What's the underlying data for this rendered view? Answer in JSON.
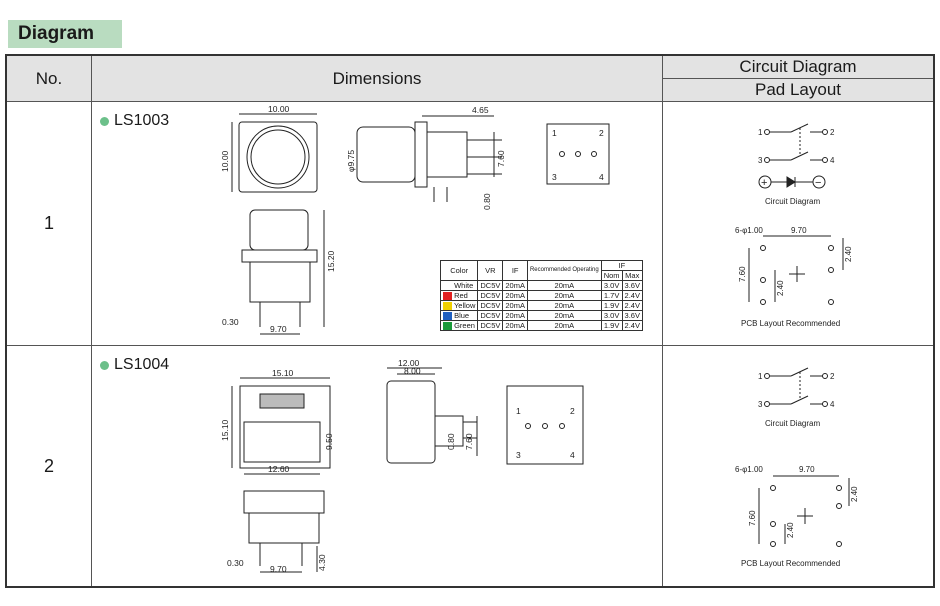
{
  "section_title": "Diagram",
  "headers": {
    "no": "No.",
    "dimensions": "Dimensions",
    "circuit_diagram": "Circuit Diagram",
    "pad_layout": "Pad Layout"
  },
  "rows": [
    {
      "no": "1",
      "model": "LS1003",
      "dims": {
        "top_width": "10.00",
        "top_height": "10.00",
        "side_dia": "φ9.75",
        "side_top": "4.65",
        "side_h": "7.60",
        "side_pin": "0.80",
        "front_h": "15.20",
        "front_pin": "0.30",
        "front_w": "9.70"
      },
      "pins": [
        "1",
        "2",
        "3",
        "4"
      ],
      "color_table": {
        "headers": [
          "Color",
          "VR",
          "IF",
          "Recommended Operating",
          "IF"
        ],
        "subheaders": [
          "Nom",
          "Max"
        ],
        "rows": [
          {
            "color": "White",
            "swatch": "#ffffff",
            "vr": "DC5V",
            "if": "20mA",
            "op": "20mA",
            "nom": "3.0V",
            "max": "3.6V"
          },
          {
            "color": "Red",
            "swatch": "#e02020",
            "vr": "DC5V",
            "if": "20mA",
            "op": "20mA",
            "nom": "1.7V",
            "max": "2.4V"
          },
          {
            "color": "Yellow",
            "swatch": "#f0d000",
            "vr": "DC5V",
            "if": "20mA",
            "op": "20mA",
            "nom": "1.9V",
            "max": "2.4V"
          },
          {
            "color": "Blue",
            "swatch": "#1f5fc0",
            "vr": "DC5V",
            "if": "20mA",
            "op": "20mA",
            "nom": "3.0V",
            "max": "3.6V"
          },
          {
            "color": "Green",
            "swatch": "#1a9a3a",
            "vr": "DC5V",
            "if": "20mA",
            "op": "20mA",
            "nom": "1.9V",
            "max": "2.4V"
          }
        ]
      },
      "circuit": {
        "t1": "1",
        "t2": "2",
        "t3": "3",
        "t4": "4",
        "plus": "+",
        "minus": "−",
        "label": "Circuit Diagram"
      },
      "pcb": {
        "holes": "6-φ1.00",
        "w": "9.70",
        "h": "7.60",
        "v1": "2.40",
        "v2": "2.40",
        "label": "PCB Layout Recommended"
      }
    },
    {
      "no": "2",
      "model": "LS1004",
      "dims": {
        "top_width": "15.10",
        "top_height": "15.10",
        "inner_h": "9.50",
        "bottom_w": "12.60",
        "side_top": "12.00",
        "side_top2": "8.00",
        "side_pin": "0.80",
        "side_h": "7.60",
        "front_pin": "0.30",
        "front_w": "9.70",
        "front_h": "4.30"
      },
      "pins": [
        "1",
        "2",
        "3",
        "4"
      ],
      "circuit": {
        "t1": "1",
        "t2": "2",
        "t3": "3",
        "t4": "4",
        "label": "Circuit Diagram"
      },
      "pcb": {
        "holes": "6-φ1.00",
        "w": "9.70",
        "h": "7.60",
        "v1": "2.40",
        "v2": "2.40",
        "label": "PCB Layout Recommended"
      }
    }
  ]
}
